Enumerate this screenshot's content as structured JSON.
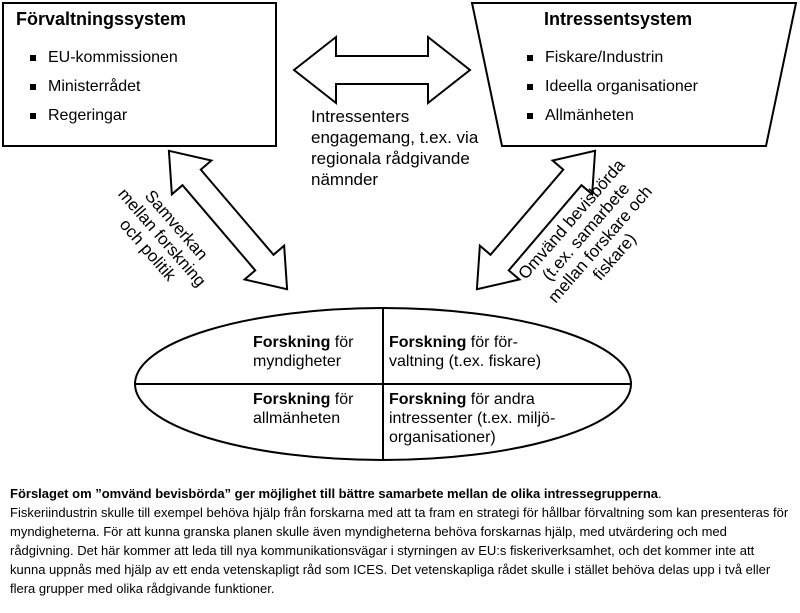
{
  "left_box": {
    "title": "Förvaltningssystem",
    "items": [
      "EU-kommissionen",
      "Ministerrådet",
      "Regeringar"
    ]
  },
  "right_box": {
    "title": "Intressentsystem",
    "items": [
      "Fiskare/Industrin",
      "Ideella organisationer",
      "Allmänheten"
    ]
  },
  "top_arrow_label": [
    "Intressenters",
    "engagemang, t.ex. via",
    "regionala rådgivande",
    "nämnder"
  ],
  "left_arrow_label": [
    "Samverkan",
    "mellan forskning",
    "och politik"
  ],
  "right_arrow_label": [
    "Omvänd bevisbörda",
    "(t.ex. samarbete",
    "mellan forskare och",
    "fiskare)"
  ],
  "ellipse": {
    "top_left": {
      "bold": "Forskning",
      "rest1": " för",
      "line2": "myndigheter"
    },
    "bottom_left": {
      "bold": "Forskning",
      "rest1": " för",
      "line2": "allmänheten"
    },
    "top_right": {
      "bold": "Forskning",
      "rest1": " för för-",
      "line2": "valtning (t.ex. fiskare)"
    },
    "bottom_right": {
      "bold": "Forskning",
      "rest1": " för andra",
      "line2": "intressenter (t.ex. miljö-",
      "line3": "organisationer)"
    }
  },
  "caption": {
    "lead": "Förslaget om ”omvänd bevisbörda” ger möjlighet till bättre samarbete mellan de olika intressegrupperna",
    "lead_end": ".",
    "body": "Fiskeriindustrin skulle till exempel behöva hjälp från forskarna med att ta fram en strategi för hållbar förvaltning som kan presenteras för myndigheterna. För att kunna granska planen skulle även myndigheterna behöva forskarnas hjälp, med utvärdering och med rådgivning. Det här kommer att leda till nya kommunikationsvägar i styrningen av EU:s fiskeriverksamhet, och det kommer inte att kunna uppnås med hjälp av ett enda vetenskapligt råd som ICES. Det vetenskapliga rådet skulle i stället behöva delas upp i två eller flera grupper med olika rådgivande funktioner."
  }
}
